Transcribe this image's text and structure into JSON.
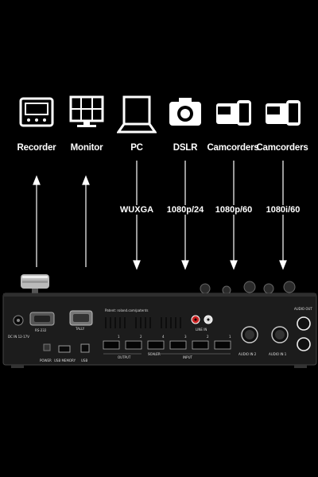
{
  "devices": [
    {
      "name": "Recorder",
      "icon": "recorder-icon"
    },
    {
      "name": "Monitor",
      "icon": "monitor-icon"
    },
    {
      "name": "PC",
      "icon": "laptop-icon"
    },
    {
      "name": "DSLR",
      "icon": "camera-icon"
    },
    {
      "name": "Camcorders",
      "icon": "camcorder-icon"
    },
    {
      "name": "Camcorders",
      "icon": "camcorder-icon"
    }
  ],
  "formats": [
    "WUXGA",
    "1080p/24",
    "1080p/60",
    "1080i/60"
  ],
  "panel": {
    "patent": "Patent: roland.com/patents",
    "rs232": "RS-232",
    "tally": "TALLY",
    "dc_in": "DC IN 12-17V",
    "power": "POWER",
    "usb_memory": "USB MEMORY",
    "usb": "USB",
    "output": "OUTPUT",
    "input": "INPUT",
    "line_in": "LINE IN",
    "audio_in_2": "AUDIO IN 2",
    "audio_in_1": "AUDIO IN 1",
    "audio_out": "AUDIO OUT",
    "scaler": "SCALER",
    "hdmi_nums": [
      "1",
      "2",
      "4",
      "3",
      "2",
      "1"
    ]
  },
  "colors": {
    "background": "#000000",
    "panel": "#1c1c1c",
    "arrow": "#ffffff"
  }
}
